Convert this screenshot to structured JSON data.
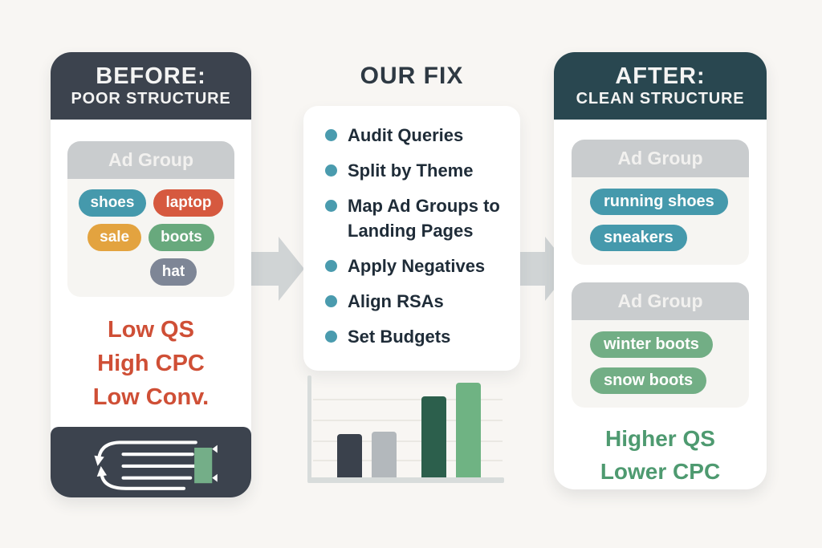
{
  "colors": {
    "background": "#F8F6F3",
    "dark_slate": "#3C434E",
    "dark_teal": "#294750",
    "adgroup_header_gray": "#C9CCCE",
    "adgroup_body_gray": "#F6F5F2",
    "teal_pill": "#4599AC",
    "red_pill": "#D6593F",
    "orange_pill": "#E3A33F",
    "green_pill": "#68A97D",
    "gray_pill": "#7E8696",
    "green_pill_light": "#72AE85",
    "red_text": "#CF4F36",
    "green_text": "#4E9A70",
    "arrow_gray": "#D0D4D5",
    "bullet_teal": "#4A9BAE"
  },
  "before": {
    "title_line1": "BEFORE:",
    "title_line2": "POOR STRUCTURE",
    "ad_group": {
      "label": "Ad Group",
      "tags": [
        {
          "label": "shoes",
          "color": "#4599AC"
        },
        {
          "label": "laptop",
          "color": "#D6593F"
        },
        {
          "label": "sale",
          "color": "#E3A33F"
        },
        {
          "label": "boots",
          "color": "#68A97D"
        },
        {
          "label": "hat",
          "color": "#7E8696"
        }
      ]
    },
    "metrics": [
      "Low QS",
      "High CPC",
      "Low Conv."
    ],
    "footer_icon": "restructure-icon"
  },
  "fix": {
    "title": "OUR FIX",
    "steps": [
      "Audit Queries",
      "Split by Theme",
      "Map Ad Groups to Landing Pages",
      "Apply Negatives",
      "Align RSAs",
      "Set Budgets"
    ]
  },
  "after": {
    "title_line1": "AFTER:",
    "title_line2": "CLEAN STRUCTURE",
    "ad_groups": [
      {
        "label": "Ad Group",
        "tags": [
          {
            "label": "running shoes",
            "color": "#4599AC"
          },
          {
            "label": "sneakers",
            "color": "#4599AC"
          }
        ]
      },
      {
        "label": "Ad Group",
        "tags": [
          {
            "label": "winter boots",
            "color": "#72AE85"
          },
          {
            "label": "snow boots",
            "color": "#72AE85"
          }
        ]
      }
    ],
    "metrics": [
      "Higher QS",
      "Lower CPC"
    ]
  },
  "chart_data": {
    "type": "bar",
    "categories": [
      "before bar 1",
      "before bar 2",
      "after bar 1",
      "after bar 2"
    ],
    "values": [
      46,
      48,
      86,
      100
    ],
    "colors": [
      "#3A414C",
      "#B3B8BC",
      "#2C5F4C",
      "#6FB383"
    ],
    "title": "",
    "xlabel": "",
    "ylabel": "",
    "ylim": [
      0,
      100
    ],
    "grid": true,
    "legend": false,
    "note": "decorative unlabeled bar chart; values are relative bar heights in percent of tallest bar"
  }
}
